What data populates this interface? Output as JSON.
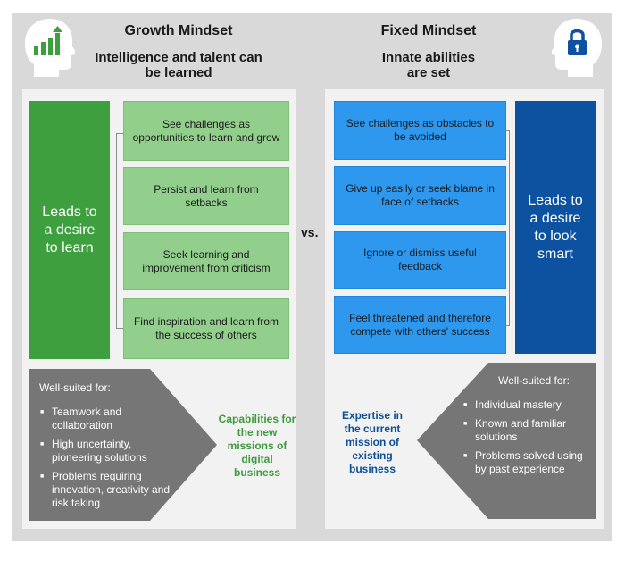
{
  "growth": {
    "title": "Growth Mindset",
    "subtitle": "Intelligence and talent can be learned",
    "leads_to": "Leads to a desire to learn",
    "items": [
      "See challenges as opportunities to learn and grow",
      "Persist and learn from setbacks",
      "Seek learning and improvement from criticism",
      "Find inspiration and learn from the success of others"
    ],
    "well_suited_label": "Well-suited for:",
    "well_suited": [
      "Teamwork and collaboration",
      "High uncertainty, pioneering solutions",
      "Problems requiring innovation, creativity and risk taking"
    ],
    "capabilities": "Capabilities for the new missions of digital business",
    "icon": "growth-chart-head-icon"
  },
  "vs_label": "vs.",
  "fixed": {
    "title": "Fixed Mindset",
    "subtitle": "Innate abilities are set",
    "leads_to": "Leads to a desire to look smart",
    "items": [
      "See challenges as obstacles to be avoided",
      "Give up easily or seek blame in face of setbacks",
      "Ignore or dismiss useful feedback",
      "Feel threatened and therefore compete with others' success"
    ],
    "well_suited_label": "Well-suited for:",
    "well_suited": [
      "Individual mastery",
      "Known and familiar solutions",
      "Problems solved using by past experience"
    ],
    "expertise": "Expertise in the current mission of existing business",
    "icon": "lock-head-icon"
  },
  "colors": {
    "growth_dark": "#3e9f3f",
    "growth_light": "#92cf8c",
    "growth_text": "#3d9a3d",
    "fixed_dark": "#0d52a0",
    "fixed_light": "#2e98ef",
    "fixed_text": "#0d4f96",
    "arrow_gray": "#767676"
  }
}
